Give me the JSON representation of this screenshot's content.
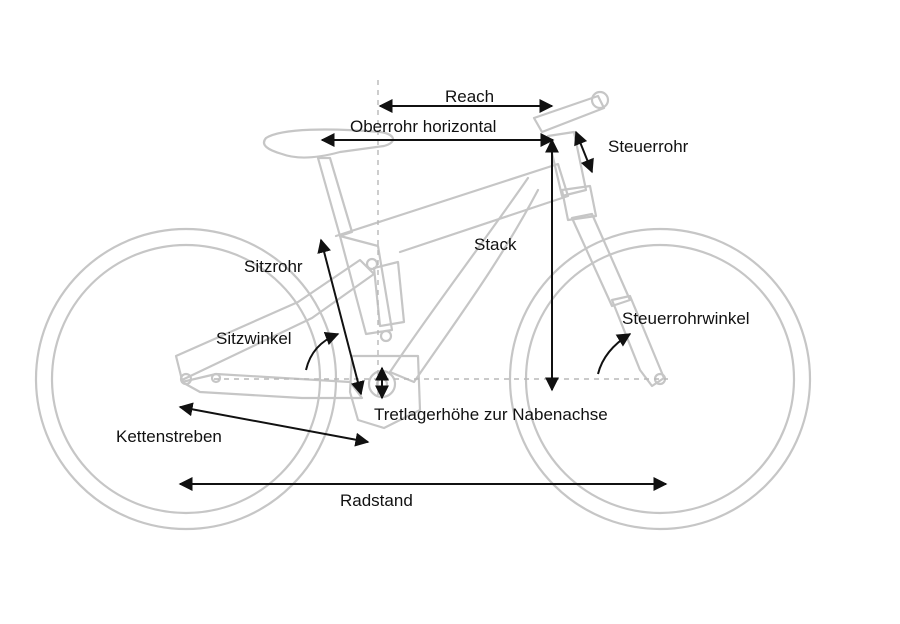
{
  "labels": {
    "reach": "Reach",
    "oberrohr": "Oberrohr horizontal",
    "steuerrohr": "Steuerrohr",
    "stack": "Stack",
    "sitzrohr": "Sitzrohr",
    "steuerrohrwinkel": "Steuerrohrwinkel",
    "sitzwinkel": "Sitzwinkel",
    "tretlager": "Tretlagerhöhe zur Nabenachse",
    "kettenstreben": "Kettenstreben",
    "radstand": "Radstand"
  },
  "colors": {
    "frame": "#c6c6c6",
    "dimension": "#111111",
    "label": "#111111"
  }
}
